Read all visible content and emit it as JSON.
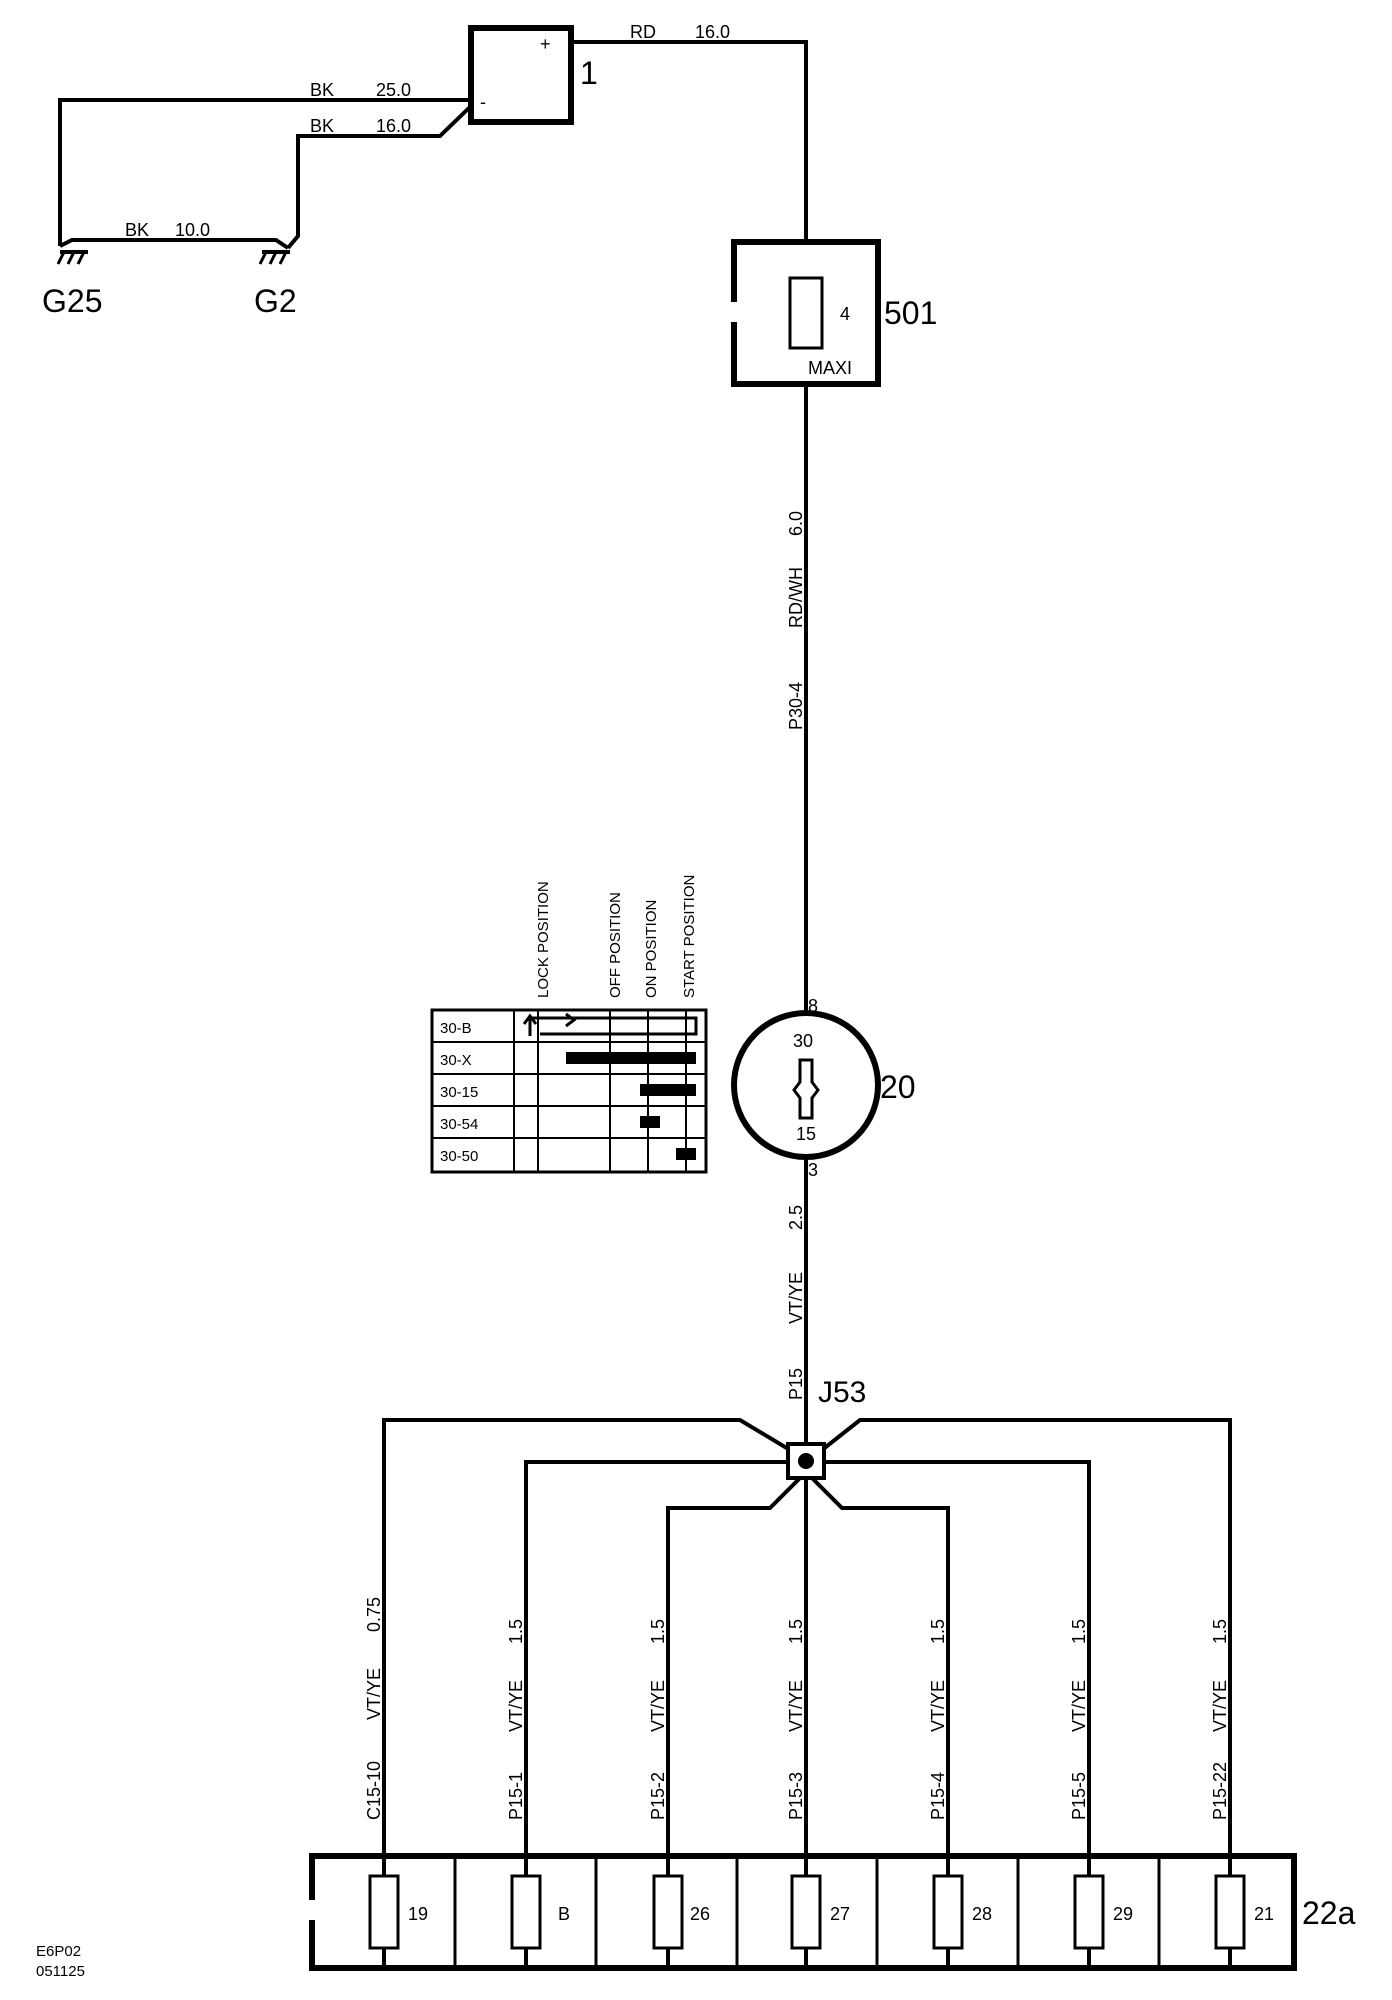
{
  "battery": {
    "id": "1",
    "plus": "+",
    "minus": "-"
  },
  "wires": {
    "bat_pos": {
      "color": "RD",
      "size": "16.0"
    },
    "bat_neg_1": {
      "color": "BK",
      "size": "25.0"
    },
    "bat_neg_2": {
      "color": "BK",
      "size": "16.0"
    },
    "ground_link": {
      "color": "BK",
      "size": "10.0"
    },
    "p30_4": {
      "circuit": "P30-4",
      "color": "RD/WH",
      "size": "6.0"
    },
    "p15": {
      "circuit": "P15",
      "color": "VT/YE",
      "size": "2.5"
    }
  },
  "grounds": {
    "g25": "G25",
    "g2": "G2"
  },
  "maxi_fuse_box": {
    "id": "501",
    "fuse_num": "4",
    "fuse_type": "MAXI"
  },
  "ignition_switch": {
    "id": "20",
    "pin_in": "8",
    "pin_out": "3",
    "term_in": "30",
    "term_out": "15",
    "positions": [
      "LOCK POSITION",
      "OFF POSITION",
      "ON POSITION",
      "START POSITION"
    ],
    "rows": [
      "30-B",
      "30-X",
      "30-15",
      "30-54",
      "30-50"
    ]
  },
  "junction": {
    "id": "J53"
  },
  "branches": [
    {
      "circuit": "C15-10",
      "color": "VT/YE",
      "size": "0.75",
      "fuse": "19"
    },
    {
      "circuit": "P15-1",
      "color": "VT/YE",
      "size": "1.5",
      "fuse": "B"
    },
    {
      "circuit": "P15-2",
      "color": "VT/YE",
      "size": "1.5",
      "fuse": "26"
    },
    {
      "circuit": "P15-3",
      "color": "VT/YE",
      "size": "1.5",
      "fuse": "27"
    },
    {
      "circuit": "P15-4",
      "color": "VT/YE",
      "size": "1.5",
      "fuse": "28"
    },
    {
      "circuit": "P15-5",
      "color": "VT/YE",
      "size": "1.5",
      "fuse": "29"
    },
    {
      "circuit": "P15-22",
      "color": "VT/YE",
      "size": "1.5",
      "fuse": "21"
    }
  ],
  "fuse_box": {
    "id": "22a"
  },
  "footer": {
    "code": "E6P02",
    "date": "051125"
  }
}
